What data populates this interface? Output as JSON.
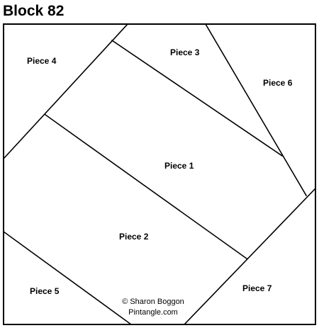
{
  "title": "Block 82",
  "pieces": [
    {
      "id": "piece-1",
      "label": "Piece 1"
    },
    {
      "id": "piece-2",
      "label": "Piece 2"
    },
    {
      "id": "piece-3",
      "label": "Piece 3"
    },
    {
      "id": "piece-4",
      "label": "Piece 4"
    },
    {
      "id": "piece-5",
      "label": "Piece 5"
    },
    {
      "id": "piece-6",
      "label": "Piece 6"
    },
    {
      "id": "piece-7",
      "label": "Piece 7"
    }
  ],
  "credit": {
    "copyright": "© Sharon Boggon",
    "site": "Pintangle.com"
  },
  "colors": {
    "line": "#000000",
    "background": "#ffffff"
  }
}
